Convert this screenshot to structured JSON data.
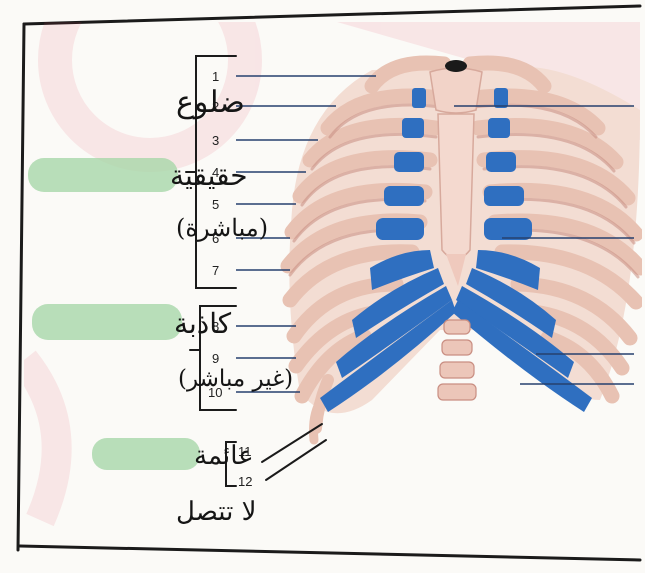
{
  "colors": {
    "paper": "#fbfaf7",
    "ink": "#151515",
    "bone": "#f0cfc2",
    "bone_shadow": "#c98e82",
    "cartilage": "#2f6fc0",
    "pointer_line": "#26406e",
    "highlight": "#a7d7a9",
    "watermark": "#e23b5c"
  },
  "labels": {
    "ribs_heading": "ضلوع",
    "true_ribs": "حقيقية",
    "true_ribs_note": "(مباشرة)",
    "false_ribs": "كاذبة",
    "false_ribs_note": "(غير مباشر)",
    "floating_ribs": "عائمة",
    "floating_ribs_note": "لا تتصل"
  },
  "rib_numbers": {
    "true": [
      "1",
      "2",
      "3",
      "4",
      "5",
      "6",
      "7"
    ],
    "false": [
      "8",
      "9",
      "10"
    ],
    "floating": [
      "11",
      "12"
    ]
  }
}
